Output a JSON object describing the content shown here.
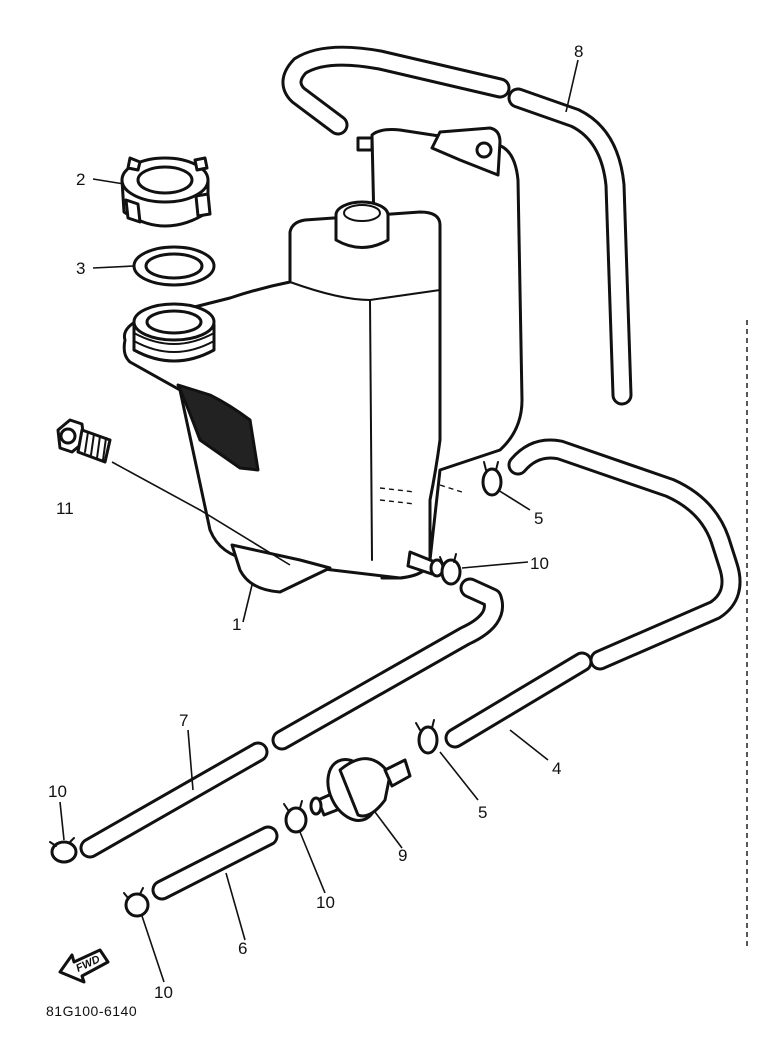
{
  "diagram": {
    "part_code": "81G100-6140",
    "fwd_label": "FWD",
    "callouts": [
      {
        "id": "c1",
        "text": "1"
      },
      {
        "id": "c2",
        "text": "2"
      },
      {
        "id": "c3",
        "text": "3"
      },
      {
        "id": "c4",
        "text": "4"
      },
      {
        "id": "c5a",
        "text": "5"
      },
      {
        "id": "c5b",
        "text": "5"
      },
      {
        "id": "c6",
        "text": "6"
      },
      {
        "id": "c7",
        "text": "7"
      },
      {
        "id": "c8",
        "text": "8"
      },
      {
        "id": "c9",
        "text": "9"
      },
      {
        "id": "c10a",
        "text": "10"
      },
      {
        "id": "c10b",
        "text": "10"
      },
      {
        "id": "c10c",
        "text": "10"
      },
      {
        "id": "c10d",
        "text": "10"
      },
      {
        "id": "c11",
        "text": "11"
      }
    ]
  }
}
